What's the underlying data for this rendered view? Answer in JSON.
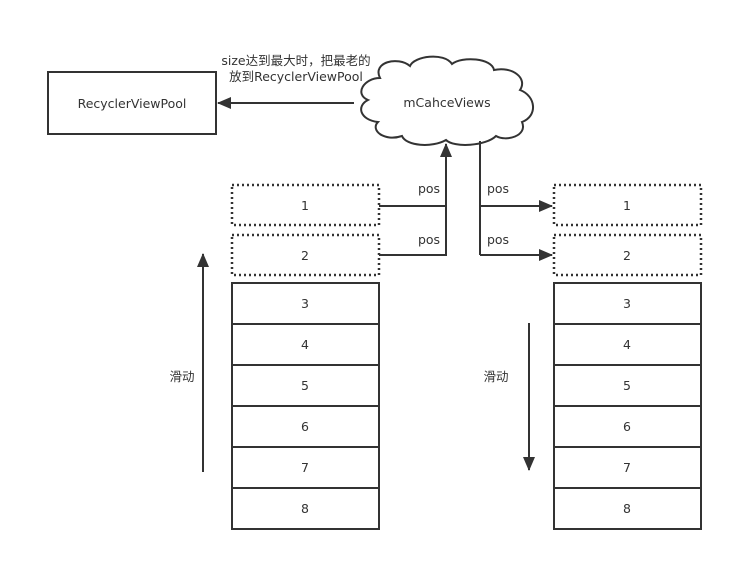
{
  "diagram": {
    "pool_box": {
      "label": "RecyclerViewPool"
    },
    "cache_cloud": {
      "label": "mCahceViews"
    },
    "overflow_note": {
      "lines": [
        "size达到最大时，把最老的",
        "放到RecyclerViewPool"
      ]
    },
    "left_list": {
      "cached_items": [
        "1",
        "2"
      ],
      "visible_items": [
        "3",
        "4",
        "5",
        "6",
        "7",
        "8"
      ],
      "scroll_label": "滑动",
      "scroll_direction": "up"
    },
    "right_list": {
      "cached_items": [
        "1",
        "2"
      ],
      "visible_items": [
        "3",
        "4",
        "5",
        "6",
        "7",
        "8"
      ],
      "scroll_label": "滑动",
      "scroll_direction": "down"
    },
    "edge_labels": {
      "left_top": "pos",
      "left_bottom": "pos",
      "right_top": "pos",
      "right_bottom": "pos"
    },
    "colors": {
      "stroke": "#333333",
      "text": "#333333",
      "background": "#ffffff"
    }
  }
}
